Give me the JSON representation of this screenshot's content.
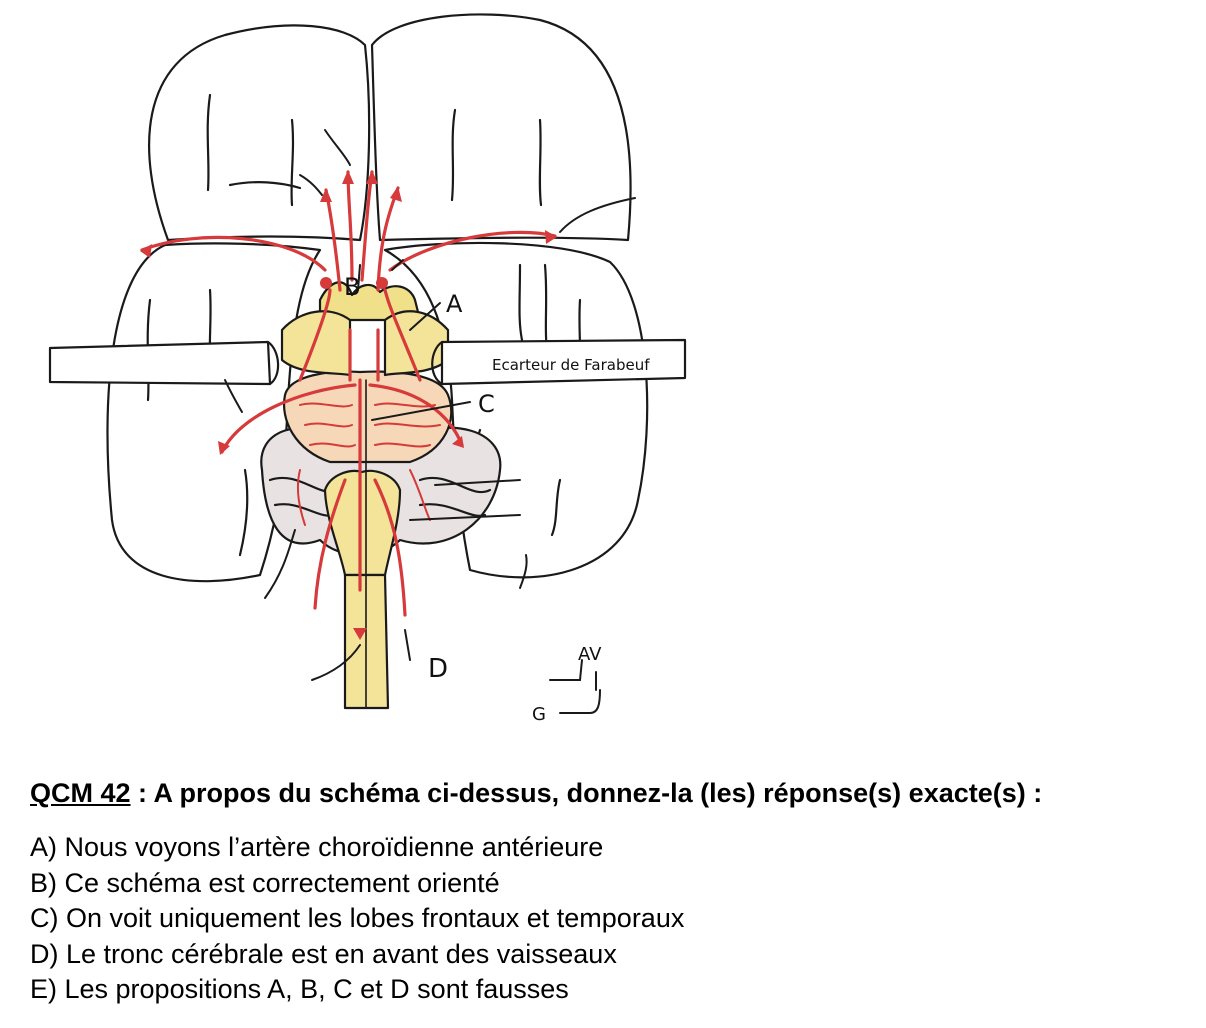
{
  "figure": {
    "labels": {
      "a": "A",
      "b": "B",
      "c": "C",
      "d": "D",
      "retractor": "Ecarteur de Farabeuf",
      "anterior": "AV",
      "left": "G"
    },
    "colors": {
      "vessel": "#d63a3a",
      "brainstem": "#f4e49a",
      "optic": "#f0e08a",
      "outline": "#1a1a1a"
    }
  },
  "question": {
    "number": "QCM 42",
    "prompt": " : A propos du schéma ci-dessus, donnez-la (les) réponse(s) exacte(s) :"
  },
  "options": [
    "A) Nous voyons l’artère choroïdienne antérieure",
    "B) Ce schéma est correctement orienté",
    "C) On voit uniquement les lobes frontaux et temporaux",
    "D) Le tronc cérébrale est en avant des vaisseaux",
    "E) Les propositions A, B, C et D sont fausses"
  ]
}
